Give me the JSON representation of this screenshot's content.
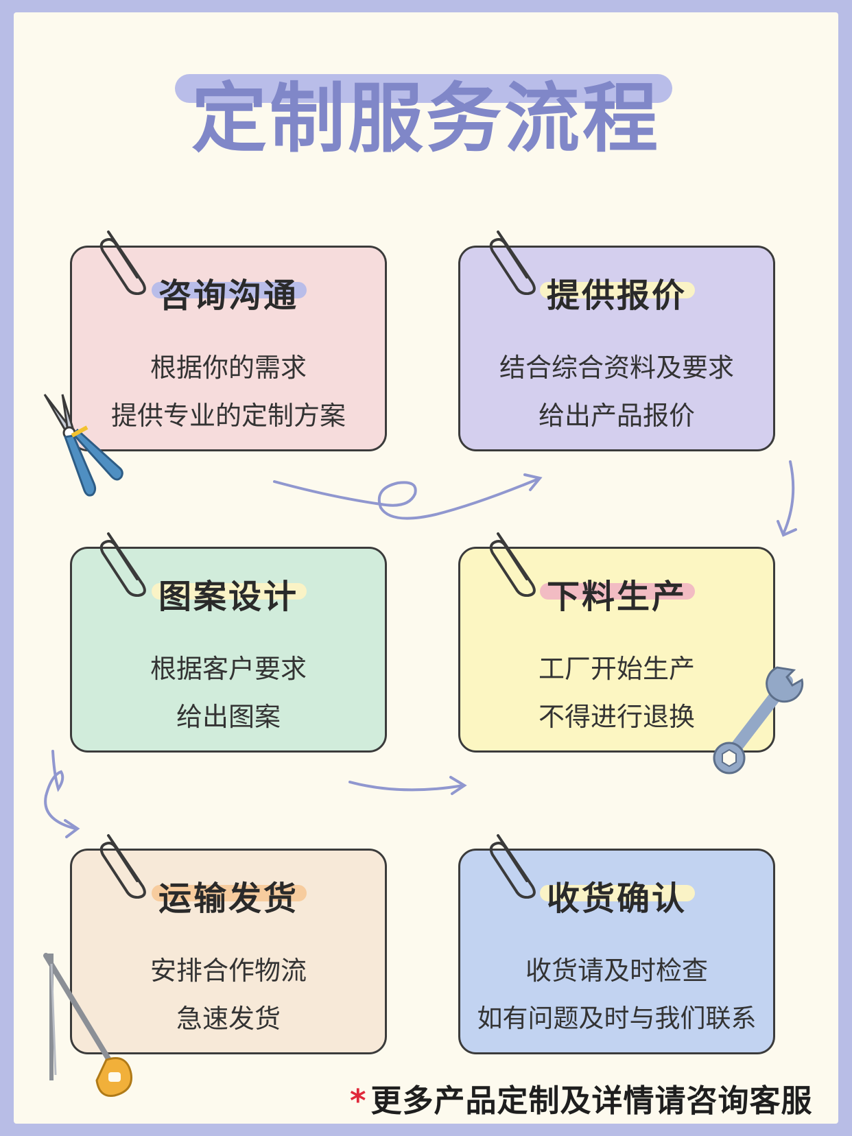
{
  "title": "定制服务流程",
  "colors": {
    "frame": "#b8bde6",
    "paper": "#fdfaee",
    "title_text": "#8087c8",
    "title_bar": "#b9bde9",
    "arrow": "#9097cf",
    "footer_star": "#e0283a"
  },
  "steps": [
    {
      "title": "咨询沟通",
      "lines": [
        "根据你的需求",
        "提供专业的定制方案"
      ],
      "bg": "#f6dcdc",
      "highlight": "#b9bde9"
    },
    {
      "title": "提供报价",
      "lines": [
        "结合综合资料及要求",
        "给出产品报价"
      ],
      "bg": "#d4cfee",
      "highlight": "#faf3c6"
    },
    {
      "title": "图案设计",
      "lines": [
        "根据客户要求",
        "给出图案"
      ],
      "bg": "#d1ecdb",
      "highlight": "#faf3c6"
    },
    {
      "title": "下料生产",
      "lines": [
        "工厂开始生产",
        "不得进行退换"
      ],
      "bg": "#fcf6c2",
      "highlight": "#f2bcc3"
    },
    {
      "title": "运输发货",
      "lines": [
        "安排合作物流",
        "急速发货"
      ],
      "bg": "#f7e9d8",
      "highlight": "#f7cc9e"
    },
    {
      "title": "收货确认",
      "lines": [
        "收货请及时检查",
        "如有问题及时与我们联系"
      ],
      "bg": "#c2d3f1",
      "highlight": "#faf3c6"
    }
  ],
  "footer": {
    "star": "*",
    "text": "更多产品定制及详情请咨询客服"
  },
  "icons": [
    "paperclip-icon",
    "pliers-icon",
    "wrench-icon",
    "saw-icon",
    "curvy-arrow-icon"
  ]
}
